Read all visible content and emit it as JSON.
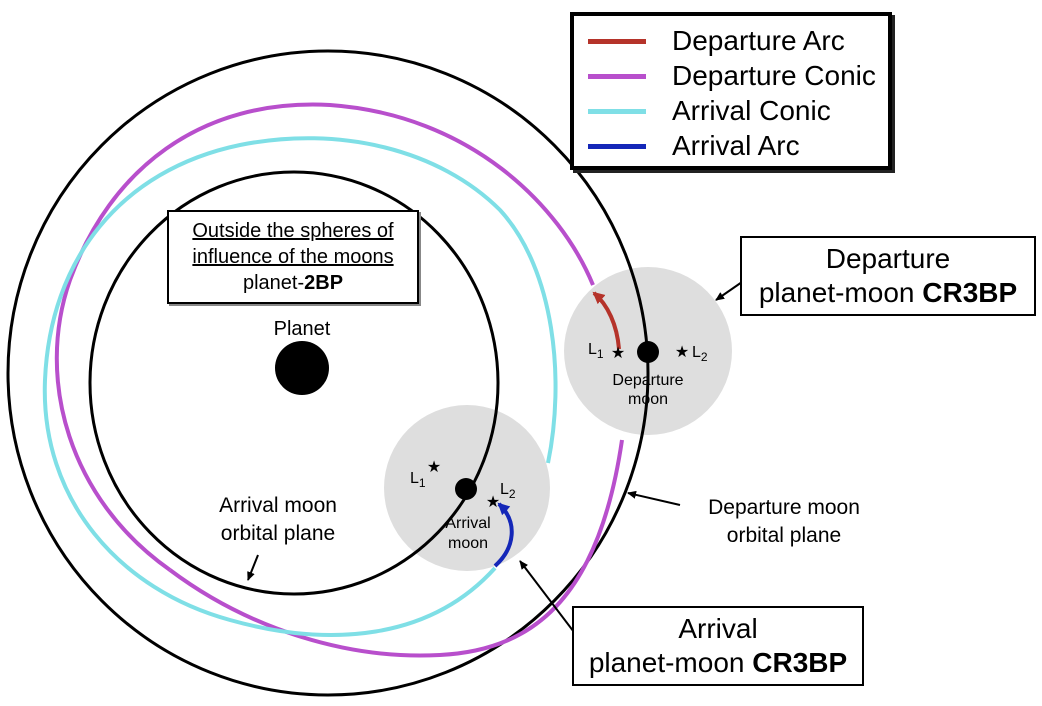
{
  "legend": {
    "items": [
      {
        "label": "Departure Arc",
        "color": "#b5332a"
      },
      {
        "label": "Departure Conic",
        "color": "#b84fcc"
      },
      {
        "label": "Arrival Conic",
        "color": "#7fdfe6"
      },
      {
        "label": "Arrival Arc",
        "color": "#1427b8"
      }
    ]
  },
  "boxes": {
    "two_body": {
      "line1": "Outside the spheres of",
      "line2": "influence of the moons",
      "line3_prefix": "planet-",
      "line3_bold": "2BP"
    },
    "departure": {
      "line1": "Departure",
      "line2_prefix": "planet-moon ",
      "line2_bold": "CR3BP"
    },
    "arrival": {
      "line1": "Arrival",
      "line2_prefix": "planet-moon ",
      "line2_bold": "CR3BP"
    }
  },
  "labels": {
    "planet": "Planet",
    "departure_moon_line1": "Departure",
    "departure_moon_line2": "moon",
    "arrival_moon_line1": "Arrival",
    "arrival_moon_line2": "moon",
    "l1": "L",
    "l2": "L",
    "sub1": "1",
    "sub2": "2",
    "arrival_plane_line1": "Arrival moon",
    "arrival_plane_line2": "orbital plane",
    "departure_plane_line1": "Departure moon",
    "departure_plane_line2": "orbital plane"
  },
  "colors": {
    "sphere": "#dedede",
    "departure_arc": "#b5332a",
    "departure_conic": "#b84fcc",
    "arrival_conic": "#7fdfe6",
    "arrival_arc": "#1427b8"
  }
}
